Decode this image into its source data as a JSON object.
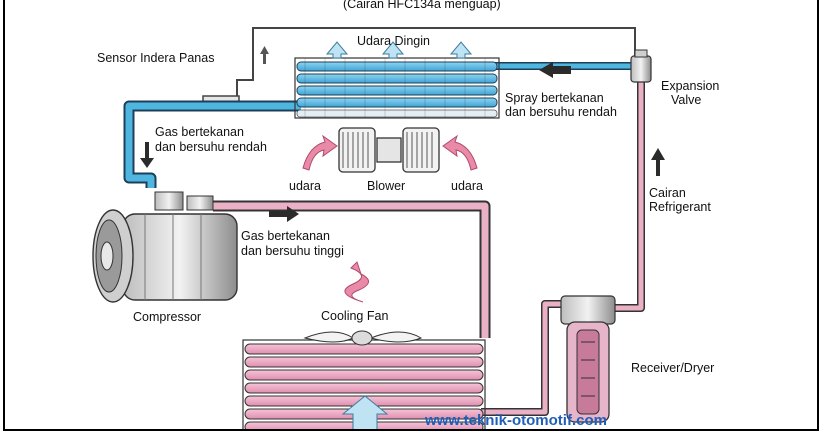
{
  "labels": {
    "top_caption": "(Cairan HFC134a menguap)",
    "udara_dingin": "Udara Dingin",
    "sensor": "Sensor Indera Panas",
    "expansion_1": "Expansion",
    "expansion_2": "Valve",
    "spray_1": "Spray bertekanan",
    "spray_2": "dan bersuhu rendah",
    "gas_low_1": "Gas bertekanan",
    "gas_low_2": "dan bersuhu rendah",
    "udara_left": "udara",
    "blower": "Blower",
    "udara_right": "udara",
    "cairan_1": "Cairan",
    "cairan_2": "Refrigerant",
    "gas_high_1": "Gas bertekanan",
    "gas_high_2": "dan bersuhu tinggi",
    "compressor": "Compressor",
    "cooling_fan": "Cooling Fan",
    "receiver": "Receiver/Dryer",
    "watermark": "www.teknik-otomotif.com"
  },
  "colors": {
    "low_side": "#4fb6e0",
    "high_side": "#e8a0bc",
    "arrow": "#333333",
    "airflow": "#e0789a",
    "watermark": "#1f5fb8"
  }
}
